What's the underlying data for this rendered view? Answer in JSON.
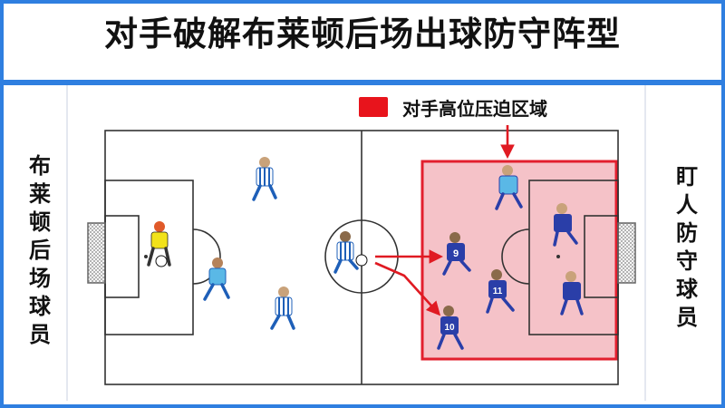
{
  "title": "对手破解布莱顿后场出球防守阵型",
  "legend": {
    "label": "对手高位压迫区域",
    "color": "#e8141c"
  },
  "left_label": [
    "布",
    "莱",
    "顿",
    "后",
    "场",
    "球",
    "员"
  ],
  "right_label": [
    "盯",
    "人",
    "防",
    "守",
    "球",
    "员"
  ],
  "colors": {
    "frame": "#2f7fe0",
    "pitch_line": "#333333",
    "pressing_zone_fill": "#f5c2c8",
    "pressing_zone_border": "#e21f2e",
    "arrow": "#e01a22",
    "brighton_kit": "#1e5fb8",
    "goalkeeper_kit": "#f2e21a",
    "opponent_kit": "#2a3ea8",
    "opponent_light_kit": "#5ab8e6"
  },
  "players": {
    "brighton": [
      {
        "role": "goalkeeper",
        "icon": "goalkeeper-icon"
      },
      {
        "role": "defender",
        "icon": "player-icon"
      },
      {
        "role": "defender",
        "icon": "player-icon"
      },
      {
        "role": "defender",
        "icon": "player-icon"
      },
      {
        "role": "midfielder-with-ball",
        "icon": "player-icon"
      }
    ],
    "opponent": [
      {
        "number": "",
        "icon": "player-icon"
      },
      {
        "number": "9",
        "icon": "player-icon"
      },
      {
        "number": "11",
        "icon": "player-icon"
      },
      {
        "number": "10",
        "icon": "player-icon"
      },
      {
        "number": "",
        "icon": "player-icon"
      },
      {
        "number": "",
        "icon": "player-icon"
      }
    ]
  }
}
